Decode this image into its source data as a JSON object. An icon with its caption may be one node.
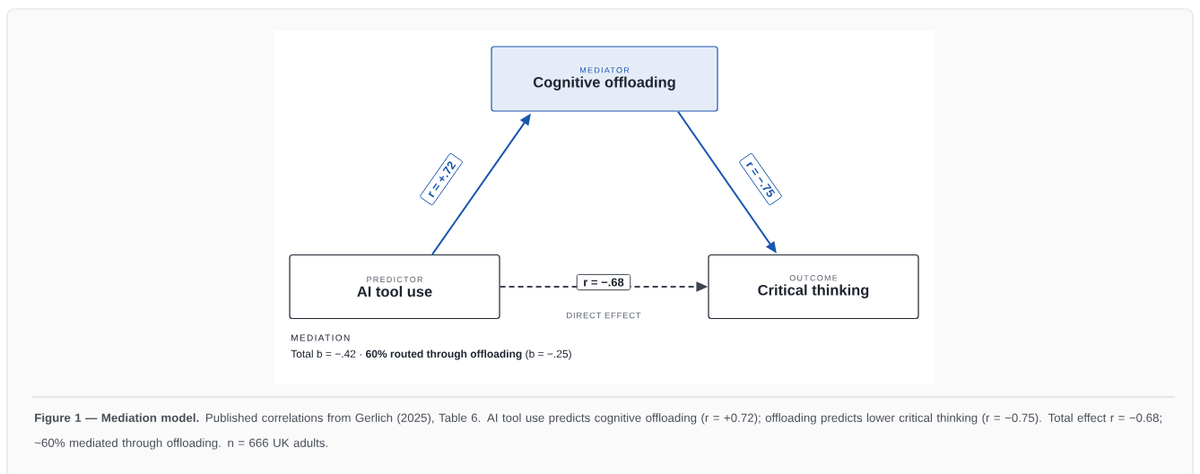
{
  "diagram": {
    "caption": "**Figure 1 — Mediation model.** Published correlations from Gerlich (2025), Table 6. AI tool use predicts cognitive offloading (r = +0.72); offloading predicts lower critical thinking (r = −0.75). Total effect r = −0.68; ~60% mediated through offloading. n = 666 UK adults.",
    "nodes": [
      {
        "text": [
          "MEDIATOR",
          "Cognitive offloading"
        ]
      },
      {
        "text": [
          "PREDICTOR",
          "AI tool use"
        ]
      },
      {
        "text": [
          "OUTCOME",
          "Critical thinking"
        ]
      }
    ],
    "edges": [
      {
        "from": 1,
        "to": 0,
        "arrow": "to",
        "label": "r = +.72"
      },
      {
        "from": 0,
        "to": 2,
        "arrow": "to",
        "label": "r = −.75"
      },
      {
        "from": 1,
        "to": 2,
        "arrow": "to",
        "label": "r = −.68",
        "style": "dashed",
        "color": "#3d4450"
      }
    ],
    "labels": [
      "DIRECT EFFECT",
      "MEDIATION",
      "Total b = −.42 · **60% routed through offloading** (b = −.25)"
    ]
  }
}
